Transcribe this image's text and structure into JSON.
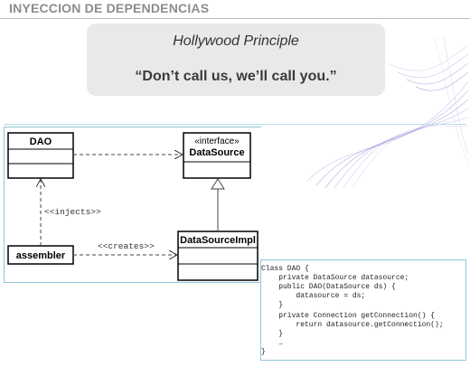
{
  "slide": {
    "title": "INYECCION DE DEPENDENCIAS"
  },
  "quote": {
    "title": "Hollywood Principle",
    "text": "“Don’t call us, we’ll call you.”"
  },
  "uml": {
    "dao": "DAO",
    "interface_stereotype": "«interface»",
    "datasource": "DataSource",
    "injects_label": "<<injects>>",
    "creates_label": "<<creates>>",
    "assembler": "assembler",
    "datasource_impl": "DataSourceImpl"
  },
  "code": {
    "lines": [
      "Class DAO {",
      "    private DataSource datasource;",
      "    public DAO(DataSource ds) {",
      "        datasource = ds;",
      "    }",
      "    private Connection getConnection() {",
      "        return datasource.getConnection();",
      "    }",
      "    …",
      "}"
    ]
  },
  "colors": {
    "panel_border": "#8fc7d9",
    "quote_bg": "#e9e9e9",
    "swirl": "#6a5acd"
  }
}
